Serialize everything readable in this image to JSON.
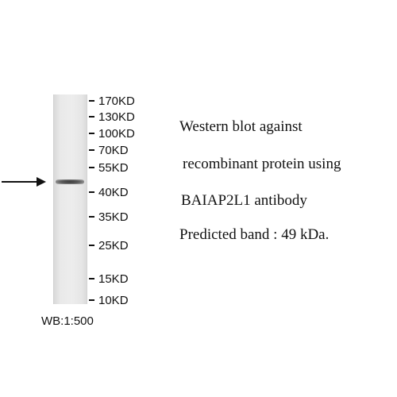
{
  "markers": [
    {
      "label": "170KD"
    },
    {
      "label": "130KD"
    },
    {
      "label": "100KD"
    },
    {
      "label": "70KD"
    },
    {
      "label": "55KD"
    },
    {
      "label": "40KD"
    },
    {
      "label": "35KD"
    },
    {
      "label": "25KD"
    },
    {
      "label": "15KD"
    },
    {
      "label": "10KD"
    }
  ],
  "wb_ratio": "WB:1:500",
  "description": {
    "line1": "Western blot against",
    "line2": "recombinant protein using",
    "line3": "BAIAP2L1 antibody",
    "line4": "Predicted band :  49 kDa."
  },
  "icons": {
    "arrow": "arrow-right-icon"
  },
  "colors": {
    "text": "#111111",
    "band": "#3a3a3a",
    "lane": "#e8e8e8"
  }
}
